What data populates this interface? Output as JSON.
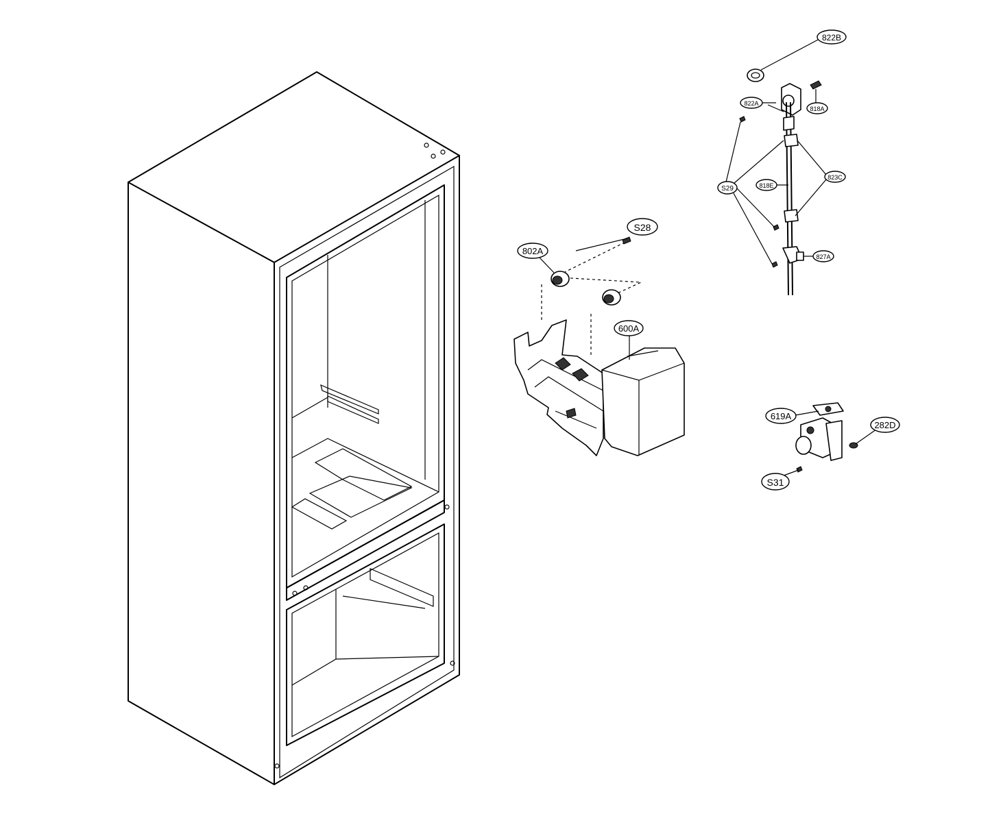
{
  "labels": {
    "l_822B": "822B",
    "l_822A": "822A",
    "l_818A": "818A",
    "l_S29": "S29",
    "l_818E": "818E",
    "l_823C": "823C",
    "l_827A": "827A",
    "l_S28": "S28",
    "l_802A": "802A",
    "l_600A": "600A",
    "l_619A": "619A",
    "l_282D": "282D",
    "l_S31": "S31"
  }
}
